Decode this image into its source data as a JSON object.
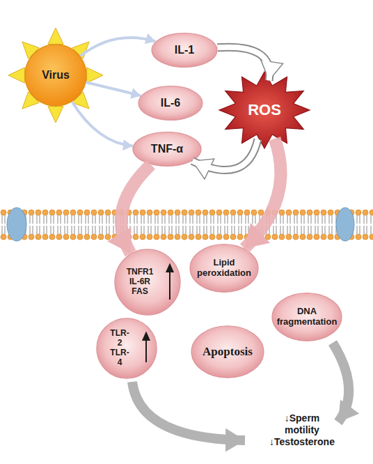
{
  "diagram": {
    "nodes": [
      {
        "text": [
          "Virus"
        ]
      },
      {
        "text": [
          "IL-1"
        ]
      },
      {
        "text": [
          "IL-6"
        ]
      },
      {
        "text": [
          "TNF-α"
        ]
      },
      {
        "text": [
          "ROS"
        ]
      },
      {
        "text": [
          "TNFR1 IL-6R FAS"
        ]
      },
      {
        "text": [
          "Lipid peroxidation"
        ]
      },
      {
        "text": [
          "DNA fragmentation"
        ]
      },
      {
        "text": [
          "TLR-2 TLR-4"
        ]
      },
      {
        "text": [
          "Apoptosis"
        ]
      }
    ],
    "edges": [
      {
        "from": 0,
        "to": 1,
        "arrow": "to"
      },
      {
        "from": 0,
        "to": 2,
        "arrow": "to"
      },
      {
        "from": 0,
        "to": 3,
        "arrow": "to"
      },
      {
        "from": 1,
        "to": 4,
        "arrow": "to"
      },
      {
        "from": 4,
        "to": 3,
        "arrow": "to"
      },
      {
        "from": 3,
        "to": 5,
        "arrow": "to"
      },
      {
        "from": 4,
        "to": 6,
        "arrow": "to"
      }
    ],
    "labels": [
      "↓Sperm motility",
      "↓Testosterone"
    ]
  }
}
